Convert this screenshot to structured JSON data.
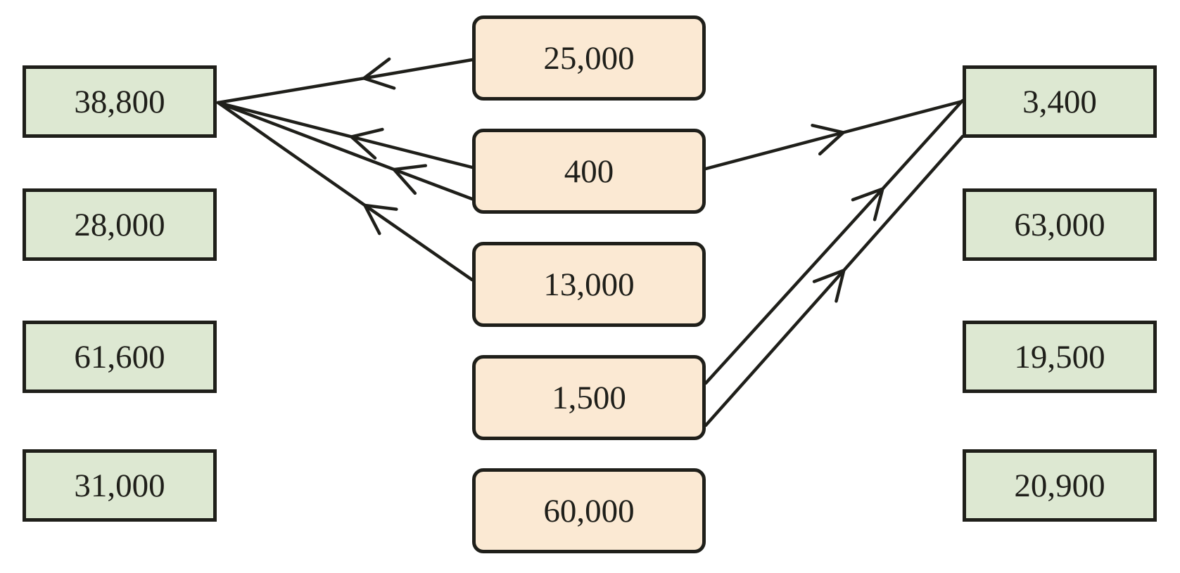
{
  "figure": {
    "description": "Amount-posting diagram: middle amounts are connected by arrows to side totals",
    "palette": {
      "background": "#ffffff",
      "ink": "#1f1f1a",
      "side_box_fill": "#dde8d2",
      "middle_box_fill": "#fbe9d3"
    },
    "left_boxes": [
      "38,800",
      "28,000",
      "61,600",
      "31,000"
    ],
    "middle_boxes": [
      "25,000",
      "400",
      "13,000",
      "1,500",
      "60,000"
    ],
    "right_boxes": [
      "3,400",
      "63,000",
      "19,500",
      "20,900"
    ],
    "arrows": [
      {
        "from": "25,000",
        "to": "38,800"
      },
      {
        "from": "400",
        "to": "38,800"
      },
      {
        "from": "400",
        "to": "38,800"
      },
      {
        "from": "13,000",
        "to": "38,800"
      },
      {
        "from": "400",
        "to": "3,400"
      },
      {
        "from": "1,500",
        "to": "3,400"
      },
      {
        "from": "1,500",
        "to": "3,400"
      }
    ]
  }
}
